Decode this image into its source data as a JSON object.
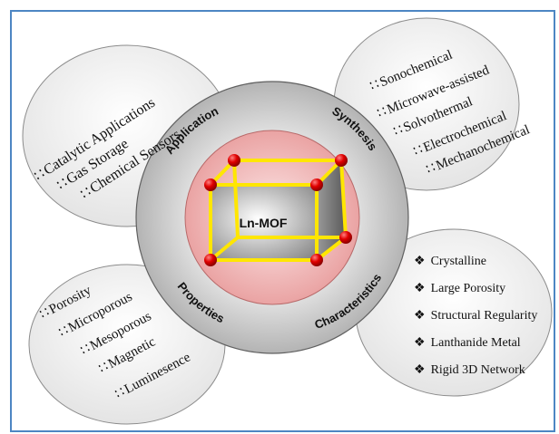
{
  "center": {
    "label": "Ln-MOF"
  },
  "ring_labels": {
    "application": "Application",
    "synthesis": "Synthesis",
    "properties": "Properties",
    "characteristics": "Characteristics"
  },
  "bullets": {
    "square": "∷",
    "diamond": "❖"
  },
  "application_items": [
    "Catalytic Applications",
    "Gas Storage",
    "Chemical Sensors"
  ],
  "synthesis_items": [
    "Sonochemical",
    "Microwave-assisted",
    "Solvothermal",
    "Electrochemical",
    "Mechanochemical"
  ],
  "properties_items": [
    "Porosity",
    "Microporous",
    "Mesoporous",
    "Magnetic",
    "Luminesence"
  ],
  "characteristics_items": [
    "Crystalline",
    "Large Porosity",
    "Structural Regularity",
    "Lanthanide Metal",
    "Rigid 3D Network"
  ],
  "colors": {
    "frame_border": "#4d86c3",
    "bubble_fill": "#f2f2f2",
    "ring_fill": "#cfcfcf",
    "inner_circle": "#f2bcbc",
    "cube_edge": "#ffe600",
    "node": "#e00000"
  }
}
